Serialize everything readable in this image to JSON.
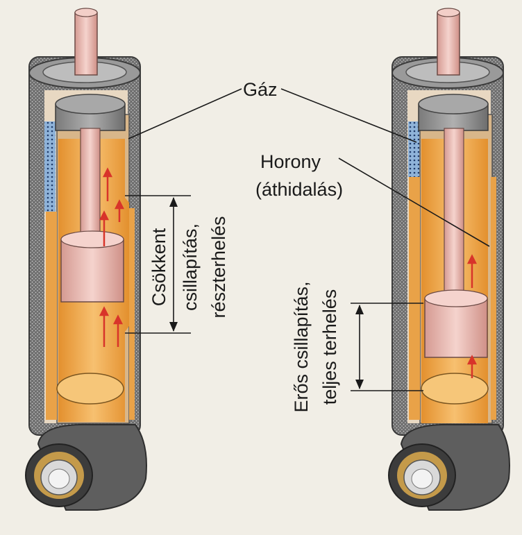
{
  "labels": {
    "gas": "Gáz",
    "groove_1": "Horony",
    "groove_2": "(áthidalás)",
    "reduced_1": "Csökkent",
    "reduced_2": "csillapítás,",
    "reduced_3": "részterhelés",
    "strong_1": "Erős csillapítás,",
    "strong_2": "teljes terhelés"
  },
  "colors": {
    "oil": "#f0a84a",
    "rod": "#e8b8b0",
    "piston": "#f2c9c2",
    "tube_grey": "#8e8e8e",
    "gas_blue": "#8fb3d9",
    "arrow_red": "#d8342a",
    "background": "#f1eee6"
  }
}
